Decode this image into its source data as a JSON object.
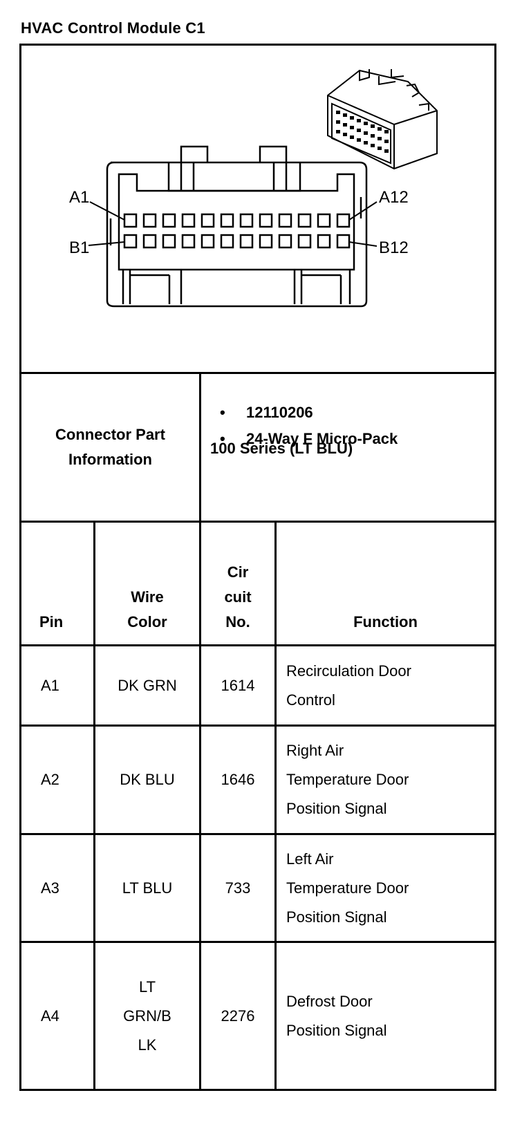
{
  "title": "HVAC Control Module C1",
  "connector": {
    "labels": {
      "a1": "A1",
      "a12": "A12",
      "b1": "B1",
      "b12": "B12"
    }
  },
  "part_info": {
    "heading_line1": "Connector Part",
    "heading_line2": "Information",
    "part_number": "12110206",
    "description_line1": "24-Way F Micro-Pack",
    "description_line2": "100 Series (LT BLU)"
  },
  "table": {
    "headers": {
      "pin": "Pin",
      "wire_color_line1": "Wire",
      "wire_color_line2": "Color",
      "circuit_line1": "Cir",
      "circuit_line2": "cuit",
      "circuit_line3": "No.",
      "function": "Function"
    },
    "rows": [
      {
        "pin": "A1",
        "wire": [
          "DK GRN"
        ],
        "circuit": "1614",
        "function": [
          "Recirculation Door",
          "Control"
        ]
      },
      {
        "pin": "A2",
        "wire": [
          "DK BLU"
        ],
        "circuit": "1646",
        "function": [
          "Right Air",
          "Temperature Door",
          "Position Signal"
        ]
      },
      {
        "pin": "A3",
        "wire": [
          "LT BLU"
        ],
        "circuit": "733",
        "function": [
          "Left Air",
          "Temperature Door",
          "Position Signal"
        ]
      },
      {
        "pin": "A4",
        "wire": [
          "LT",
          "GRN/B",
          "LK"
        ],
        "circuit": "2276",
        "function": [
          "Defrost Door",
          "Position Signal"
        ]
      }
    ]
  }
}
